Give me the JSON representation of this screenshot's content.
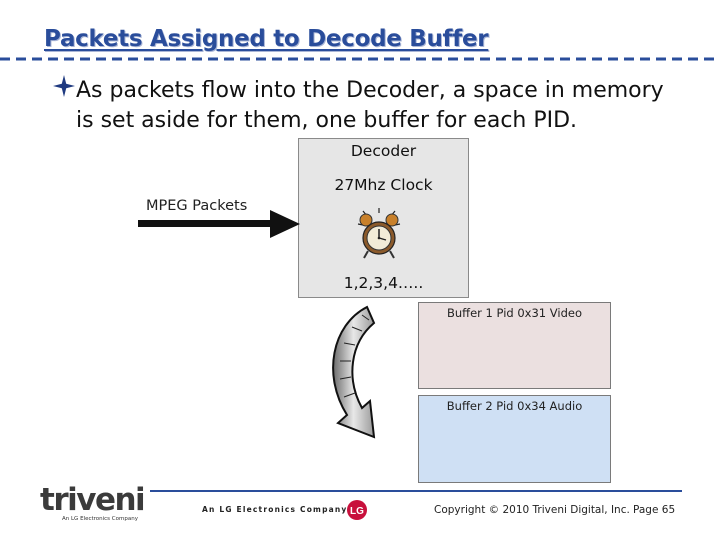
{
  "slide": {
    "title": "Packets Assigned to Decode Buffer",
    "bullet_text": "As packets flow into the Decoder, a space in memory is set aside for them, one buffer for each PID.",
    "colors": {
      "title": "#2a4d9b",
      "rule": "#2a4d9b",
      "decoder_fill": "#e6e6e6",
      "buffer1_fill": "#ebe0e0",
      "buffer2_fill": "#cfe0f4"
    }
  },
  "diagram": {
    "input_label": "MPEG Packets",
    "decoder": {
      "label": "Decoder",
      "clock_label": "27Mhz Clock",
      "clock_icon": "alarm-clock-icon",
      "counter_text": "1,2,3,4….."
    },
    "buffers": [
      {
        "label": "Buffer 1 Pid 0x31 Video"
      },
      {
        "label": "Buffer 2 Pid 0x34 Audio"
      }
    ]
  },
  "footer": {
    "logo_text": "triveni",
    "logo_subtext": "An LG Electronics Company",
    "company_text": "An LG Electronics Company",
    "lg_mark": "LG",
    "copyright": "Copyright © 2010 Triveni Digital, Inc.",
    "page": "Page 65"
  }
}
